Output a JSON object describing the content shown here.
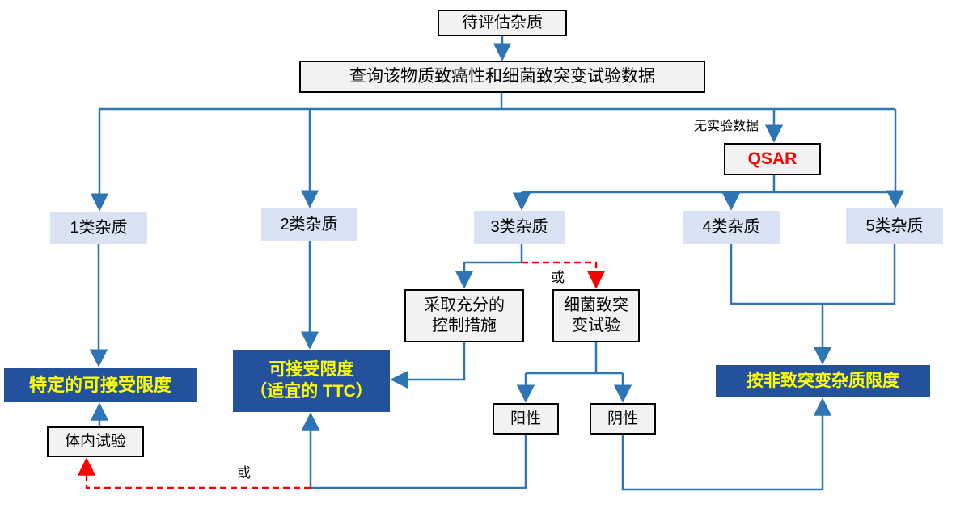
{
  "diagram": {
    "colors": {
      "connector_blue": "#2E75B6",
      "connector_red_dashed": "#FF0000",
      "class_box_bg": "#DAE3F3",
      "process_box_bg": "#F2F2F2",
      "result_box_bg": "#24519B",
      "result_text": "#FFFF00",
      "qsar_text": "#FF0000"
    },
    "nodes": {
      "pending_impurity": {
        "label": "待评估杂质"
      },
      "query_data": {
        "label": "查询该物质致癌性和细菌致突变试验数据"
      },
      "qsar": {
        "label": "QSAR"
      },
      "class1": {
        "label": "1类杂质"
      },
      "class2": {
        "label": "2类杂质"
      },
      "class3": {
        "label": "3类杂质"
      },
      "class4": {
        "label": "4类杂质"
      },
      "class5": {
        "label": "5类杂质"
      },
      "control_measures": {
        "line1": "采取充分的",
        "line2": "控制措施"
      },
      "ames_test": {
        "line1": "细菌致突",
        "line2": "变试验"
      },
      "specific_limit": {
        "label": "特定的可接受限度"
      },
      "acceptable_limit": {
        "line1": "可接受限度",
        "line2": "（适宜的 TTC）"
      },
      "positive": {
        "label": "阳性"
      },
      "negative": {
        "label": "阴性"
      },
      "non_mutagenic_limit": {
        "label": "按非致突变杂质限度"
      },
      "in_vivo_test": {
        "label": "体内试验"
      }
    },
    "edge_labels": {
      "no_experimental_data": "无实验数据",
      "or_top": "或",
      "or_bottom": "或"
    }
  }
}
